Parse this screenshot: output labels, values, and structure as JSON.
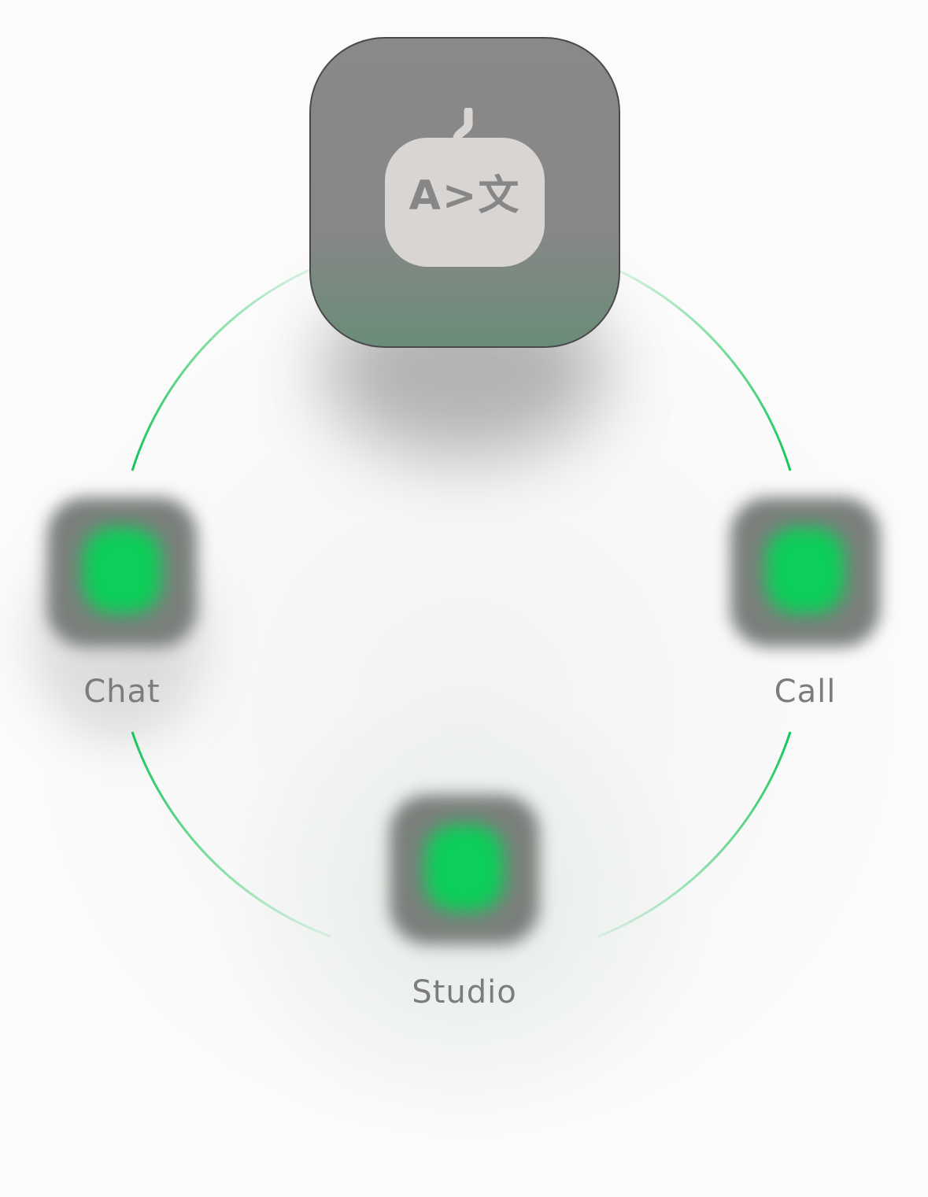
{
  "main_icon": {
    "name": "translate-bot-icon",
    "glyph_text": "A>文",
    "tile_color": "#898989",
    "bubble_color": "#d8d5d2"
  },
  "features": {
    "chat": {
      "label": "Chat",
      "icon": "chat-icon"
    },
    "call": {
      "label": "Call",
      "icon": "phone-icon"
    },
    "studio": {
      "label": "Studio",
      "icon": "studio-icon"
    }
  },
  "colors": {
    "accent": "#0bcf58",
    "ring": "#22c55e",
    "label": "#7c7c7c"
  }
}
